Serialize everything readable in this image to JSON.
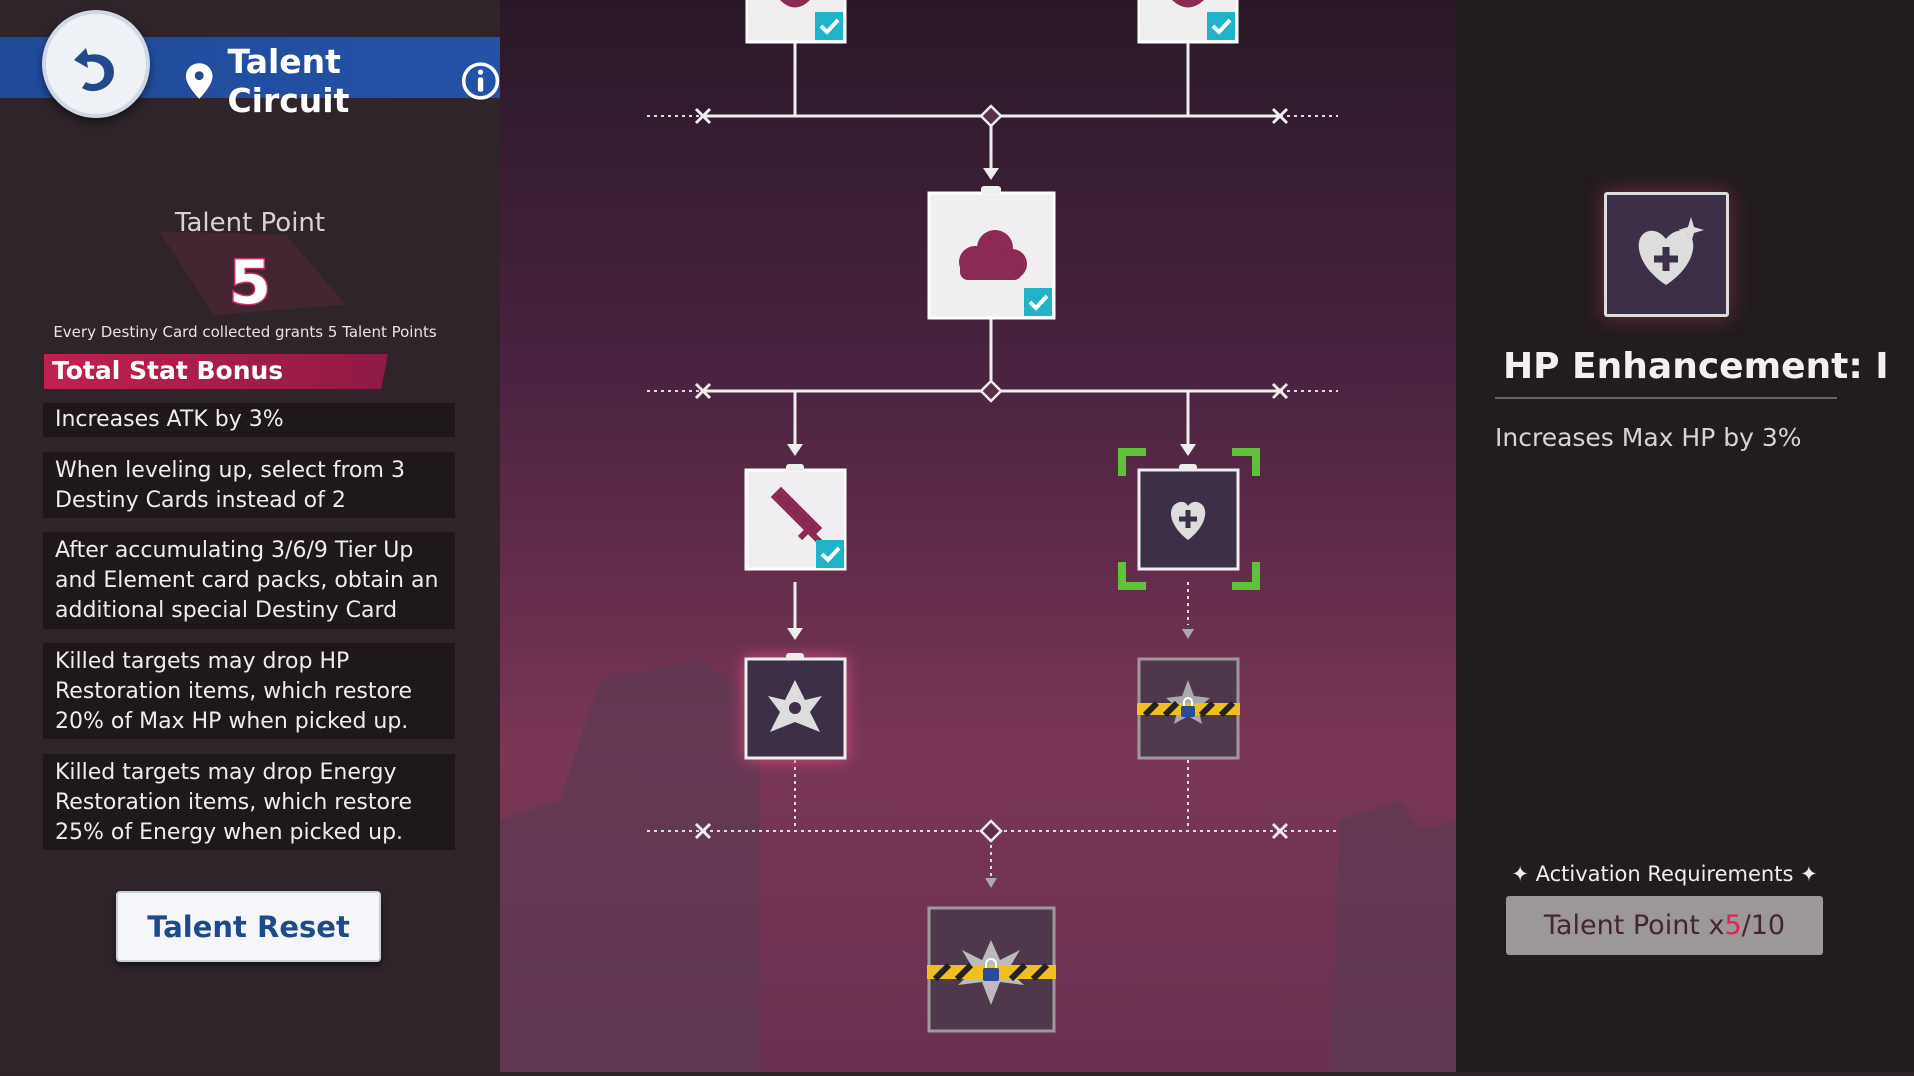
{
  "header": {
    "title": "Talent Circuit",
    "back_icon": "back-arrow-icon",
    "home_icon": "home-icon",
    "info_icon": "info-icon",
    "location_icon": "location-pin-icon"
  },
  "talent_points": {
    "label": "Talent Point",
    "value": "5",
    "note": "Every Destiny Card collected grants 5 Talent Points"
  },
  "stat_bonus": {
    "title": "Total Stat Bonus",
    "items": [
      "Increases ATK by 3%",
      "When leveling up, select from 3 Destiny Cards instead of 2",
      "After accumulating 3/6/9 Tier Up and Element card packs, obtain an additional special Destiny Card",
      "Killed targets may drop HP Restoration items, which restore 20% of Max HP when picked up.",
      "Killed targets may drop Energy Restoration items, which restore 25% of Energy when picked up."
    ]
  },
  "reset_label": "Talent Reset",
  "tree": {
    "nodes": [
      {
        "name": "top-left",
        "state": "activated",
        "icon": "heart"
      },
      {
        "name": "top-right",
        "state": "activated",
        "icon": "heart"
      },
      {
        "name": "cloud",
        "state": "activated",
        "icon": "cloud"
      },
      {
        "name": "sword",
        "state": "activated",
        "icon": "sword"
      },
      {
        "name": "hp-enhancement",
        "state": "selected",
        "icon": "heart-plus"
      },
      {
        "name": "spirit",
        "state": "available",
        "icon": "figure"
      },
      {
        "name": "locked-right",
        "state": "locked",
        "icon": "star"
      },
      {
        "name": "locked-bottom",
        "state": "locked",
        "icon": "burst"
      }
    ]
  },
  "detail": {
    "title": "HP Enhancement: I",
    "description": "Increases Max HP by 3%",
    "activation_label": "✦ Activation Requirements ✦",
    "req_prefix": "Talent Point x",
    "req_current": "5",
    "req_total": "/10"
  },
  "colors": {
    "accent": "#c2204f",
    "header": "#2552a8",
    "check": "#1fb4c8",
    "select": "#5fc23a"
  }
}
